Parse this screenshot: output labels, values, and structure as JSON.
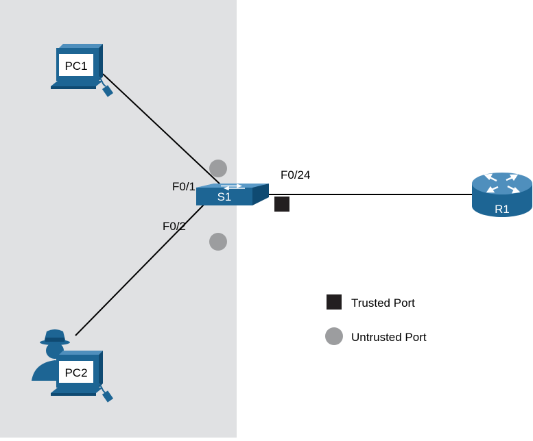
{
  "devices": {
    "pc1": {
      "label": "PC1",
      "icon": "workstation-icon"
    },
    "pc2": {
      "label": "PC2",
      "icon": "workstation-icon",
      "user_icon": "attacker-icon"
    },
    "s1": {
      "label": "S1",
      "icon": "switch-icon"
    },
    "r1": {
      "label": "R1",
      "icon": "router-icon"
    }
  },
  "ports": {
    "f0_1": {
      "label": "F0/1",
      "state": "untrusted"
    },
    "f0_2": {
      "label": "F0/2",
      "state": "untrusted"
    },
    "f0_24": {
      "label": "F0/24",
      "state": "trusted"
    }
  },
  "legend": {
    "trusted": {
      "label": "Trusted Port",
      "marker": "square"
    },
    "untrusted": {
      "label": "Untrusted Port",
      "marker": "circle"
    }
  },
  "colors": {
    "zone": "#e0e1e3",
    "device": "#1d6594",
    "device_dark": "#0f4a72",
    "device_light": "#4f8fbd",
    "trusted": "#231f20",
    "untrusted": "#9c9d9f",
    "link": "#000000"
  }
}
